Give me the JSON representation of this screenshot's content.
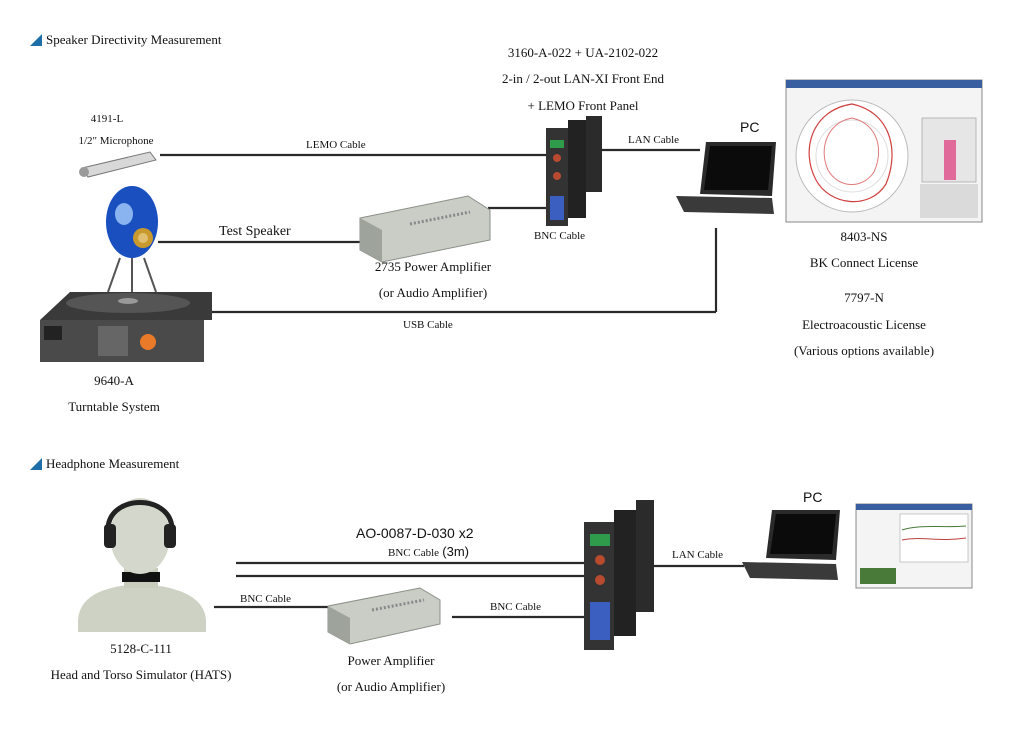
{
  "sections": {
    "speaker_title": "Speaker Directivity Measurement",
    "headphone_title": "Headphone Measurement"
  },
  "speaker": {
    "frontend_line1": "3160-A-022 + UA-2102-022",
    "frontend_line2": "2-in / 2-out LAN-XI Front End",
    "frontend_line3": "+ LEMO Front Panel",
    "mic_model": "4191-L",
    "mic_name": "1/2\" Microphone",
    "lemo_cable": "LEMO Cable",
    "lan_cable": "LAN Cable",
    "pc": "PC",
    "test_speaker": "Test Speaker",
    "bnc_cable": "BNC Cable",
    "amp_name": "2735 Power Amplifier",
    "amp_alt": "(or Audio Amplifier)",
    "usb_cable": "USB Cable",
    "turntable_model": "9640-A",
    "turntable_name": "Turntable System",
    "license1_model": "8403-NS",
    "license1_name": "BK Connect License",
    "license2_model": "7797-N",
    "license2_name": "Electroacoustic License",
    "license2_note": "(Various options available)"
  },
  "headphone": {
    "ao_cable": "AO-0087-D-030 x2",
    "bnc_cable_top": "BNC Cable",
    "bnc_len": "(3m)",
    "lan_cable": "LAN Cable",
    "pc": "PC",
    "bnc_left": "BNC Cable",
    "bnc_right": "BNC Cable",
    "hats_model": "5128-C-111",
    "hats_name": "Head and Torso Simulator (HATS)",
    "amp_name": "Power Amplifier",
    "amp_alt": "(or Audio Amplifier)"
  },
  "colors": {
    "accent": "#1e6fa8",
    "cable": "#2a2a2a",
    "device_gray": "#c9cdc6",
    "speaker_blue": "#1a4fc0"
  }
}
